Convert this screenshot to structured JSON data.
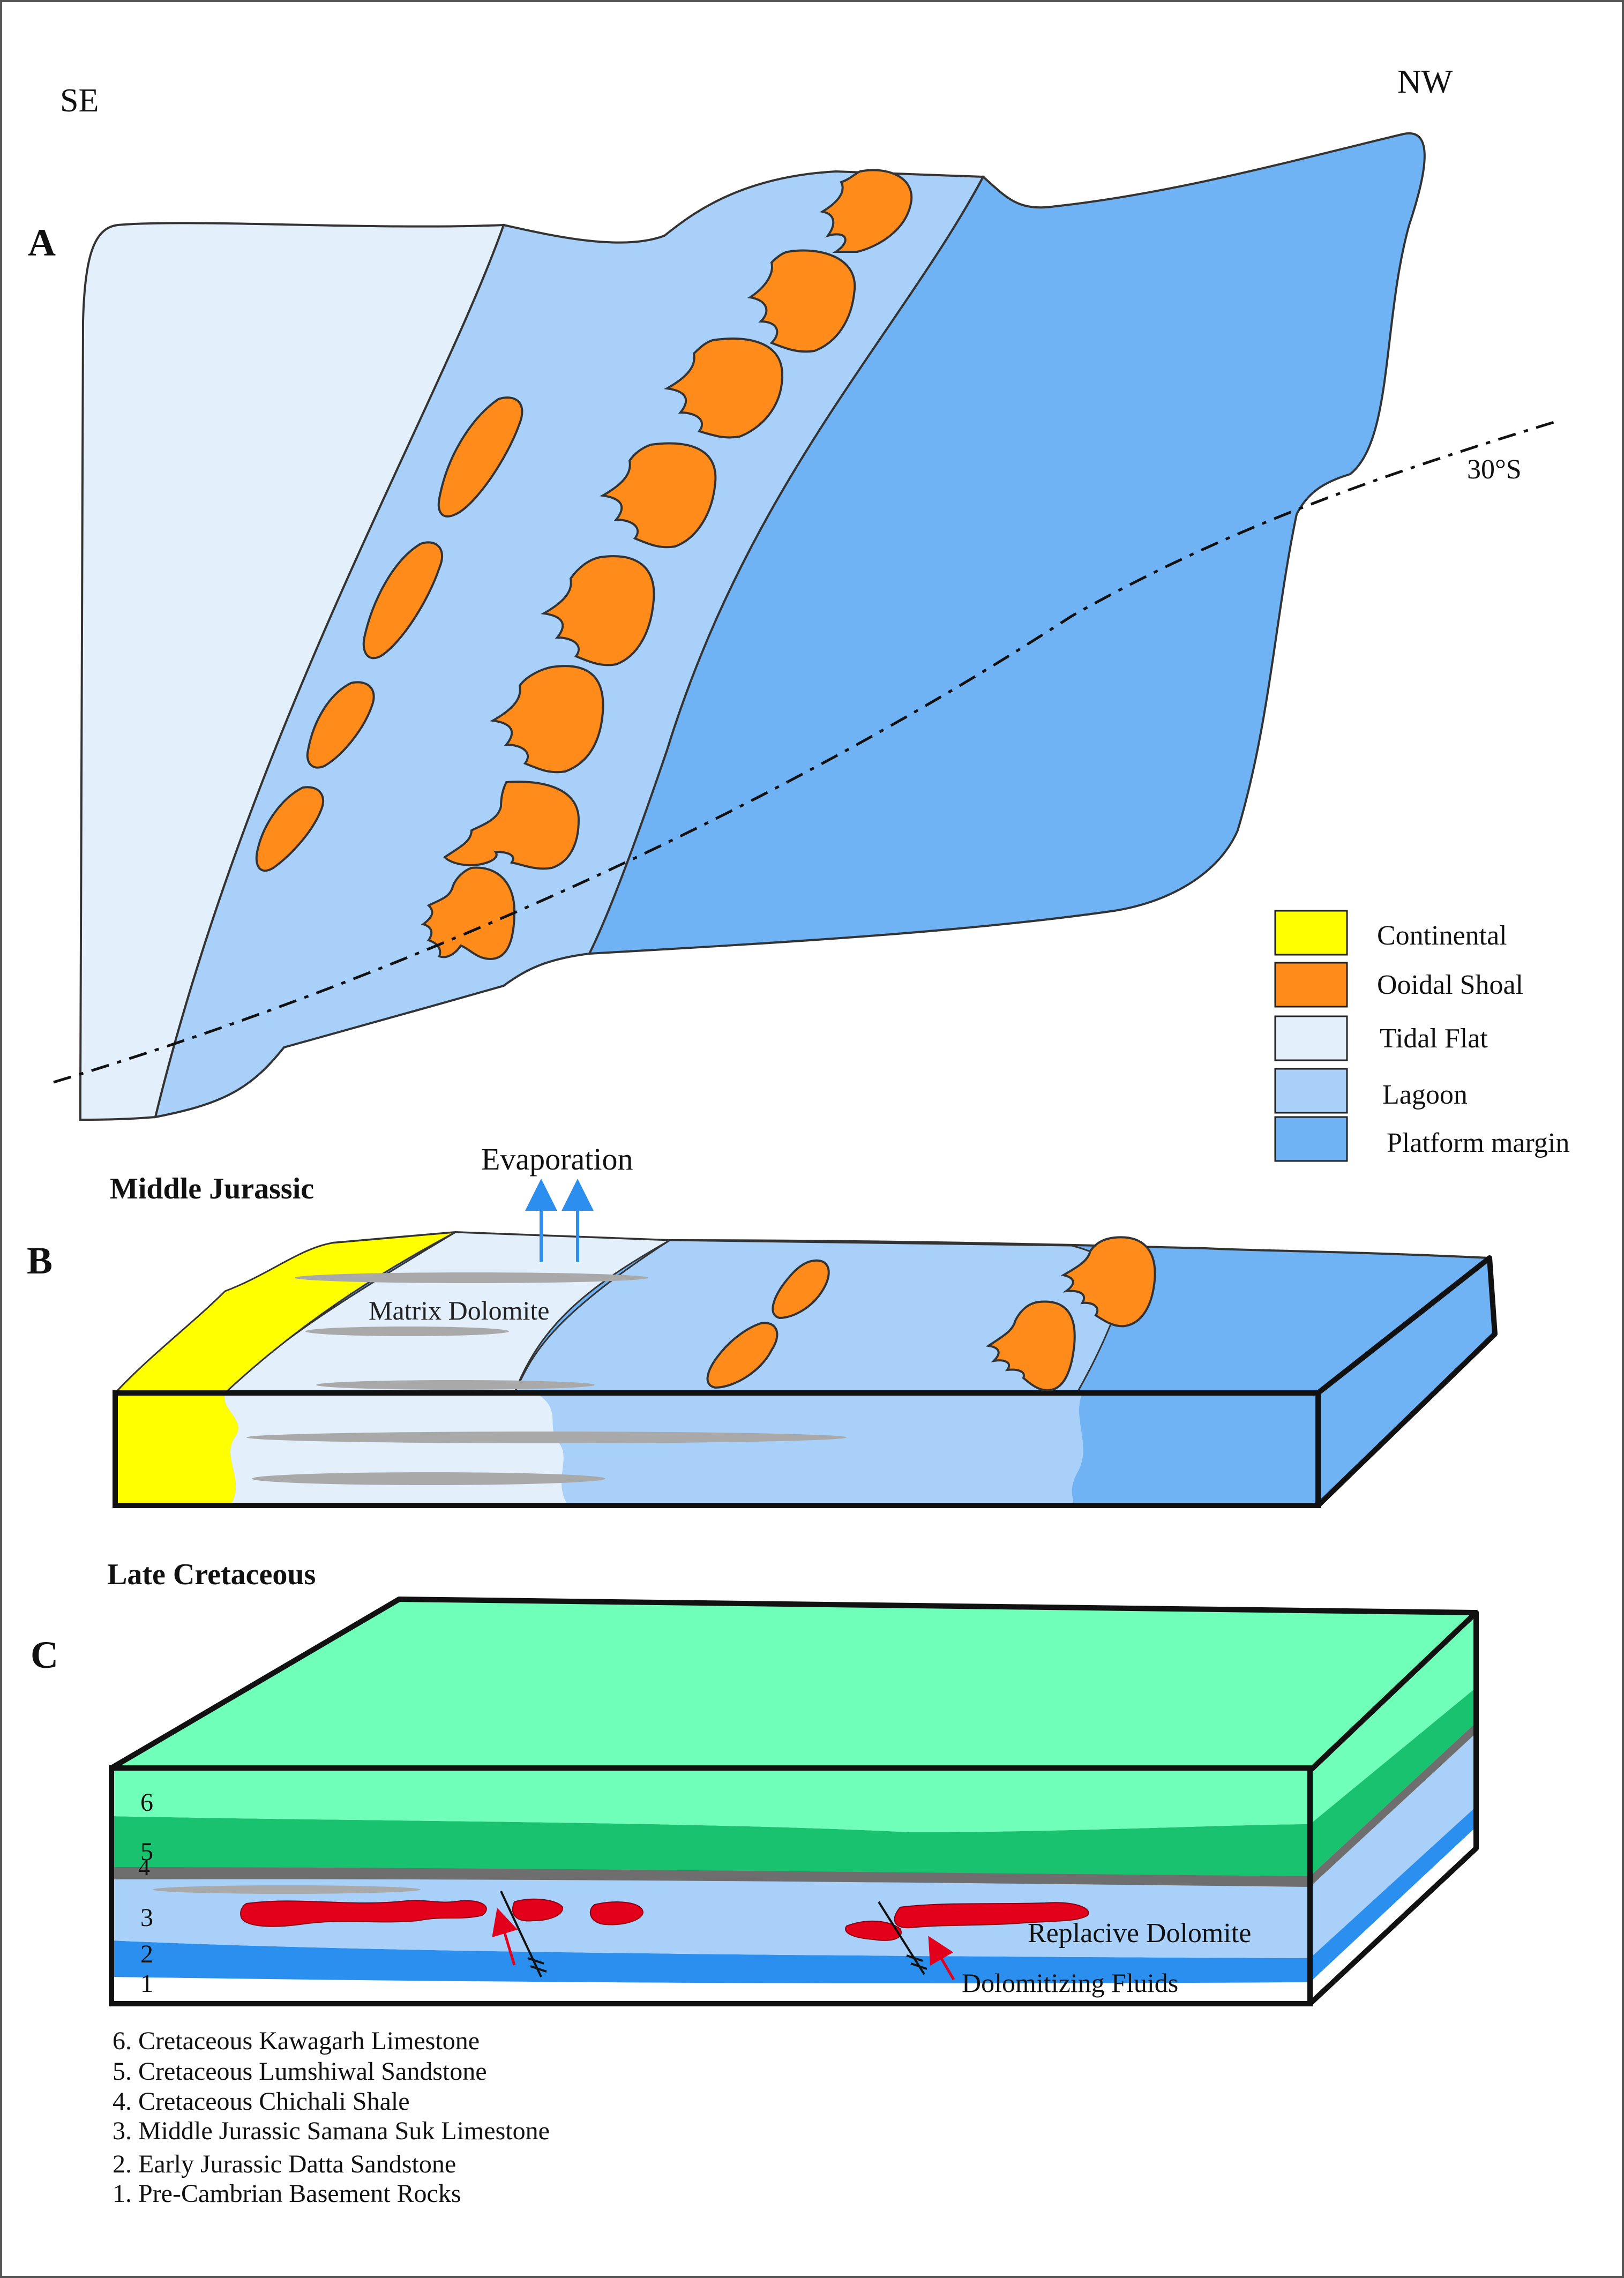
{
  "compass": {
    "left": "SE",
    "right": "NW"
  },
  "panels": {
    "a": {
      "letter": "A"
    },
    "b": {
      "letter": "B",
      "period": "Middle Jurassic"
    },
    "c": {
      "letter": "C",
      "period": "Late Cretaceous"
    }
  },
  "latitude_label": "30°S",
  "legend": [
    {
      "label": "Continental",
      "color": "#ffff00"
    },
    {
      "label": "Ooidal Shoal",
      "color": "#ff8c1a"
    },
    {
      "label": "Tidal Flat",
      "color": "#e3f0fc"
    },
    {
      "label": "Lagoon",
      "color": "#a8d0f8"
    },
    {
      "label": "Platform margin",
      "color": "#6fb3f5"
    }
  ],
  "annotations": {
    "evaporation": "Evaporation",
    "matrix_dolomite": "Matrix Dolomite",
    "replacive_dolomite": "Replacive Dolomite",
    "dolomitizing_fluids": "Dolomitizing Fluids"
  },
  "layer_numbers": [
    "1",
    "2",
    "3",
    "4",
    "5",
    "6"
  ],
  "strata_key": [
    "6. Cretaceous Kawagarh Limestone",
    "5. Cretaceous Lumshiwal Sandstone",
    "4. Cretaceous Chichali Shale",
    "3. Middle Jurassic Samana Suk Limestone",
    "2. Early Jurassic Datta Sandstone",
    "1. Pre-Cambrian Basement Rocks"
  ],
  "colors": {
    "continental": "#ffff00",
    "ooidal_shoal": "#ff8c1a",
    "tidal_flat": "#e3f0fc",
    "lagoon": "#a8d0f8",
    "platform_margin": "#6fb3f5",
    "kawagarh_top": "#6fffb8",
    "lumshiwal": "#19c26f",
    "chichali": "#6e6e6e",
    "samana_suk": "#a8d0f8",
    "datta": "#2b8fef",
    "dolomite": "#e3001b",
    "matrix_dolomite": "#a9a9a9",
    "evaporation_arrow": "#2c8ff0",
    "fluid_arrow": "#e3001b"
  }
}
